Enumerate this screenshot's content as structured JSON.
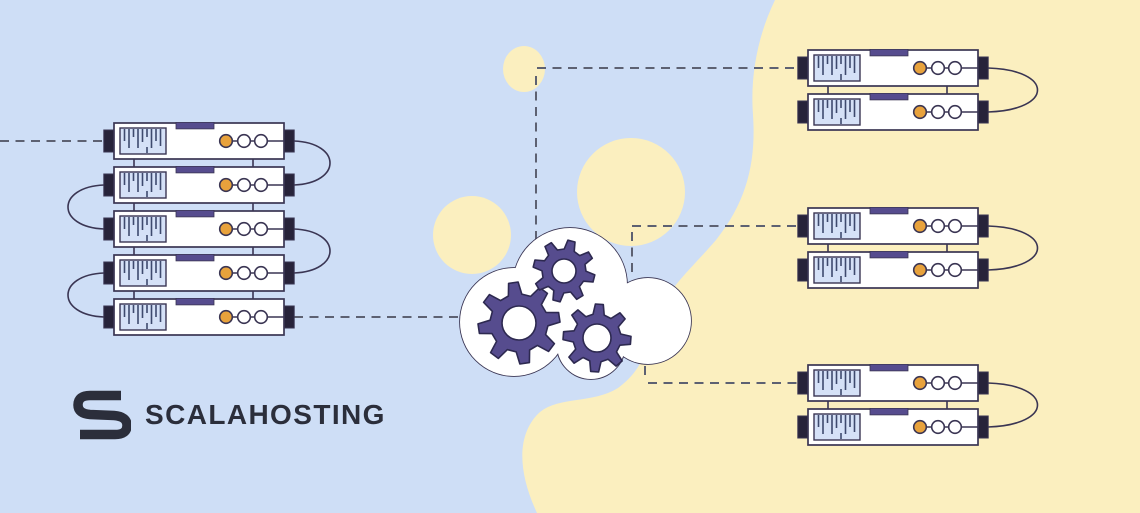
{
  "brand": {
    "name": "SCALAHOSTING"
  },
  "scene": {
    "description": "Servers connected through a cloud with gears",
    "left_cluster": {
      "label": "server-stack",
      "server_count": 5
    },
    "right_clusters": {
      "count": 3,
      "servers_each": 2,
      "label": "server-pairs"
    },
    "cloud": {
      "label": "cloud-processing",
      "gear_count": 3
    }
  },
  "palette": {
    "background_blue": "#cedef6",
    "blob_yellow": "#fbefbf",
    "outline": "#3a3553",
    "cap_dark": "#27233a",
    "purple": "#564c8e",
    "gear_outline": "#2d2950",
    "orange": "#e8a23c",
    "drive_fill": "#d5e1f7",
    "drive_lines": "#3e4a6e",
    "dash_gray": "#5d6172",
    "logo_ink": "#2b2e3b"
  }
}
